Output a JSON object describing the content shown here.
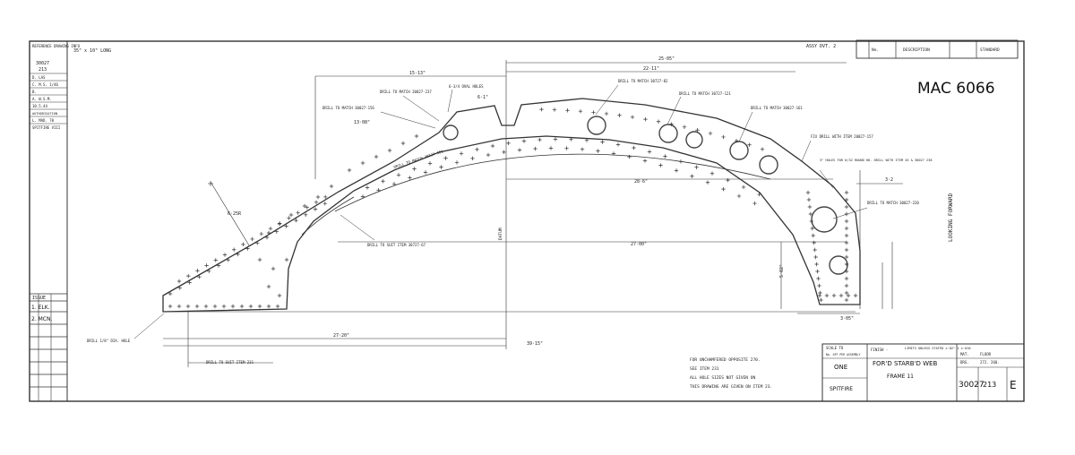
{
  "drawing": {
    "corner_note": "35\" x 10\" LONG",
    "handwritten_ref": "MAC 6066",
    "top_block": {
      "assy": "ASSY DVT. 2",
      "no": "No.",
      "description": "DESCRIPTION",
      "stamped": "STANDARD"
    },
    "looking_forward": "LOOKING FORWARD",
    "datum": "DATUM",
    "dimensions": {
      "d_25_05": "25·05\"",
      "d_22_11": "22·11\"",
      "d_15_13": "15·13\"",
      "d_13_08": "13·08\"",
      "d_6_1": "6·1\"",
      "d_28_6": "28·6\"",
      "d_27_00": "27·00\"",
      "d_27_20": "27·20\"",
      "d_39_15": "39·15\"",
      "d_6_25r": "6·25R",
      "d_3_2": "3·2",
      "d_3_05": "3·05\"",
      "d_5_02": "5·02\""
    },
    "notes": {
      "drill_20027_237": "DRILL TO MATCH 20027-237",
      "oval_holes": "6-3/4 OVAL HOLES",
      "drill_30727_82": "DRILL TO MATCH 30727-82",
      "drill_30727_121": "DRILL TO MATCH 30727-121",
      "drill_30027_161": "DRILL TO MATCH 30027-161",
      "drill_30027_156": "DRILL TO MATCH 30027-156",
      "drill_30727_101": "DRILL TO MATCH 30727-101",
      "drill_20027_157": "FIX DRILL WITH ITEM 20027-157",
      "rivets_note": "3\" HOLES FOR 6/32 ROUND HD. DRILL WITH ITEM 45 & 30027 238",
      "drill_30027_220": "DRILL TO MATCH 30027-220",
      "drill_30727_67": "DRILL TO SUIT ITEM 30727-67",
      "drill_hole": "DRILL 1/8\" DIA. HOLE",
      "drill_231": "DRILL TO SUIT ITEM 231",
      "for_unchamfered": "FOR UNCHAMFERED OPPOSITE 270.",
      "see_item": "SEE ITEM 231",
      "all_hole_sizes": "ALL HOLE SIZES NOT GIVEN ON",
      "this_drawing": "THIS DRAWING ARE GIVEN ON ITEM 23."
    },
    "left_panel": {
      "header": "REFERENCE DRAWING INFO",
      "part_no": "30027",
      "part_item": "213",
      "rows": [
        "D. LAS",
        "C. M.S. 1/46",
        "B.",
        "A. W.S.M.",
        "10.5.44",
        "AUTHORISATION",
        "L. MAD. 70",
        "SPITFIRE VIII"
      ],
      "issue_label": "ISSUE",
      "issue_rows": [
        "1.  ELK.",
        "2.  MCN."
      ]
    },
    "title_block": {
      "scale_label": "SCALE TO",
      "no_off_label": "No. OFF PER ASSEMBLY",
      "qty": "ONE",
      "aircraft": "SPITFIRE",
      "title_a": "FOR'D STARB'D WEB",
      "title_b": "FRAME 11",
      "finish_label": "FINISH -",
      "limits": "LIMITS UNLESS STATED ±·02\" 1 ±·010",
      "mat_label": "MAT.",
      "mat_value": "FLOOR",
      "drg_label": "DRG.",
      "drg_value": "272. 260.",
      "drawing_no": "30027",
      "item_no": "213",
      "issue_letter": "E"
    }
  }
}
